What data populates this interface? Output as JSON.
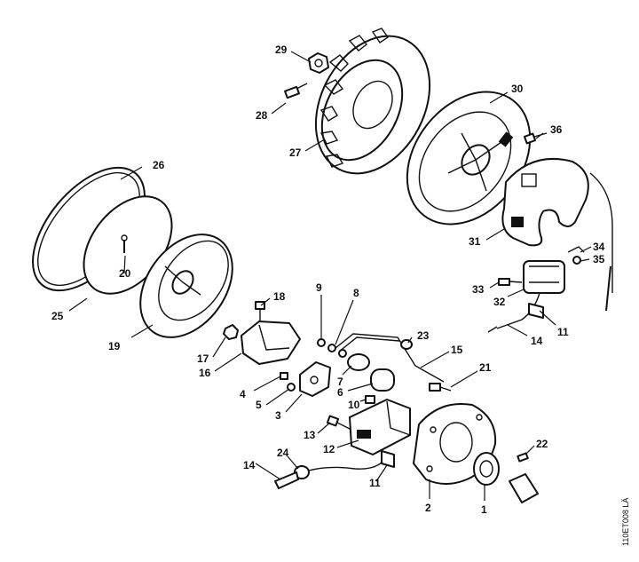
{
  "reference_code": "110ET008 LÄ",
  "callouts": {
    "c1": "1",
    "c2": "2",
    "c3": "3",
    "c4": "4",
    "c5": "5",
    "c6": "6",
    "c7": "7",
    "c8": "8",
    "c9": "9",
    "c10": "10",
    "c11a": "11",
    "c11b": "11",
    "c12": "12",
    "c13": "13",
    "c14a": "14",
    "c14b": "14",
    "c15": "15",
    "c16": "16",
    "c17": "17",
    "c18": "18",
    "c19": "19",
    "c20": "20",
    "c21": "21",
    "c22": "22",
    "c23": "23",
    "c24": "24",
    "c25": "25",
    "c26": "26",
    "c27": "27",
    "c28": "28",
    "c29": "29",
    "c30": "30",
    "c31": "31",
    "c32": "32",
    "c33": "33",
    "c34": "34",
    "c35": "35",
    "c36": "36"
  }
}
